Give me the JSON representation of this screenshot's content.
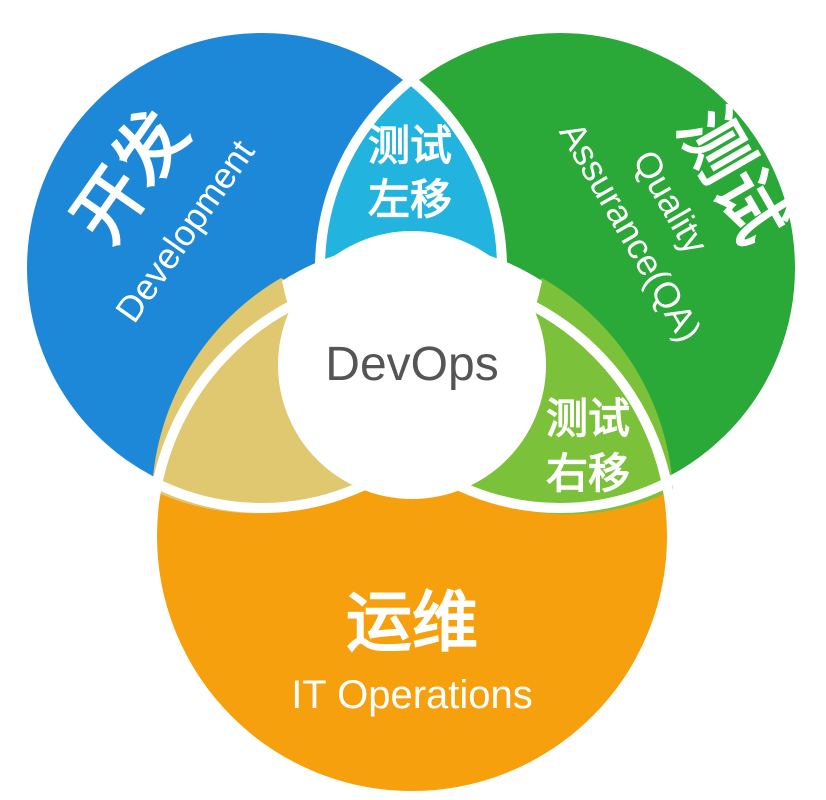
{
  "colors": {
    "development": "#1e88d8",
    "quality_assurance": "#2aa838",
    "it_operations": "#f5a00c",
    "shift_left": "#22b4df",
    "shift_right": "#7cc13a",
    "dev_ops_overlap": "#e0c870",
    "center": "#ffffff",
    "center_text": "#555555"
  },
  "development": {
    "title": "开发",
    "subtitle": "Development"
  },
  "quality_assurance": {
    "title": "测试",
    "subtitle_line1": "Quality",
    "subtitle_line2": "Assurance(QA)"
  },
  "it_operations": {
    "title": "运维",
    "subtitle": "IT Operations"
  },
  "shift_left": {
    "line1": "测试",
    "line2": "左移"
  },
  "shift_right": {
    "line1": "测试",
    "line2": "右移"
  },
  "center": {
    "label": "DevOps"
  }
}
